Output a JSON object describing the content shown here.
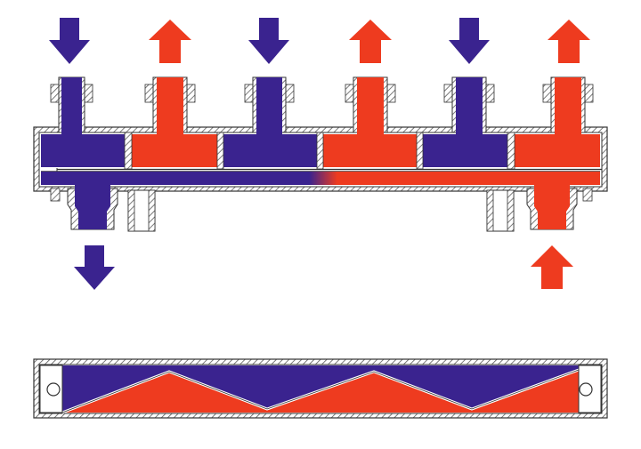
{
  "colors": {
    "cold": "#3a238f",
    "hot": "#ee3b1f",
    "housing": "#c9c9c9",
    "outline": "#333333",
    "hatch": "#5a5a5a",
    "background": "#ffffff"
  },
  "top_ports": [
    {
      "flow": "down",
      "fluid": "cold",
      "arrow_icon": "arrow-down-icon"
    },
    {
      "flow": "up",
      "fluid": "hot",
      "arrow_icon": "arrow-up-icon"
    },
    {
      "flow": "down",
      "fluid": "cold",
      "arrow_icon": "arrow-down-icon"
    },
    {
      "flow": "up",
      "fluid": "hot",
      "arrow_icon": "arrow-up-icon"
    },
    {
      "flow": "down",
      "fluid": "cold",
      "arrow_icon": "arrow-down-icon"
    },
    {
      "flow": "up",
      "fluid": "hot",
      "arrow_icon": "arrow-up-icon"
    }
  ],
  "bottom_ports": [
    {
      "side": "left",
      "flow": "down",
      "fluid": "cold",
      "arrow_icon": "arrow-down-icon"
    },
    {
      "side": "right",
      "flow": "up",
      "fluid": "hot",
      "arrow_icon": "arrow-up-icon"
    }
  ]
}
